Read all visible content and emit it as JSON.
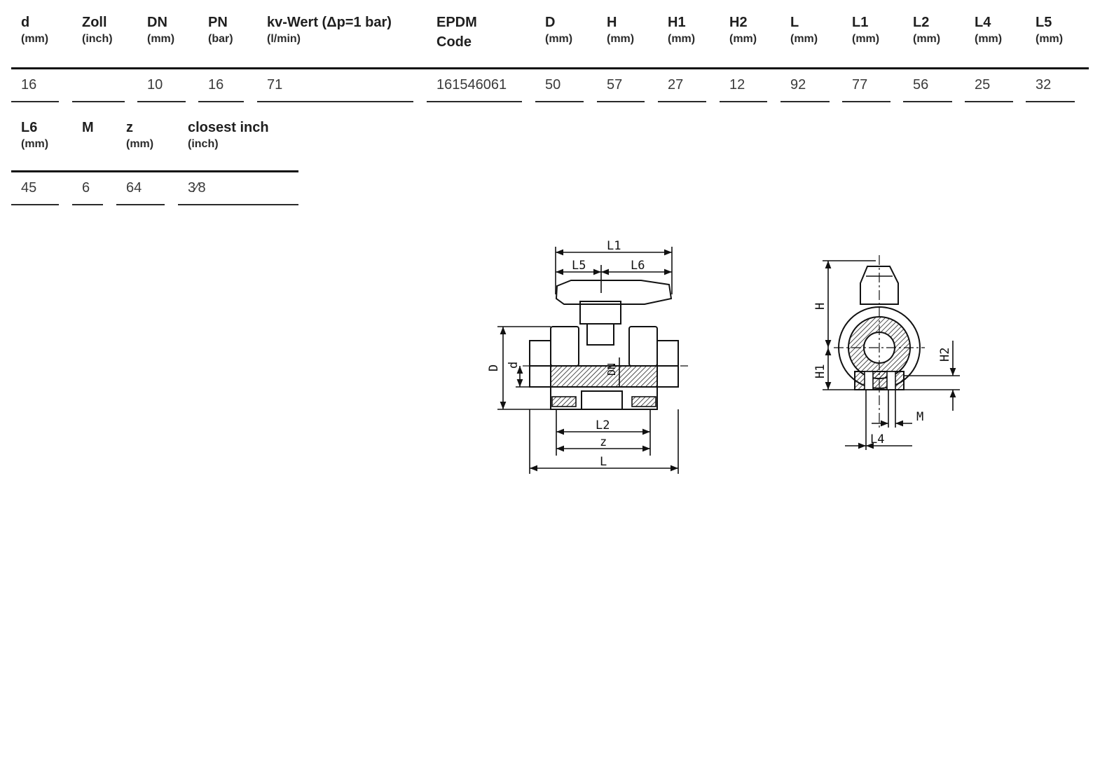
{
  "table1": {
    "headers": [
      {
        "name": "d",
        "unit": "(mm)"
      },
      {
        "name": "Zoll",
        "unit": "(inch)"
      },
      {
        "name": "DN",
        "unit": "(mm)"
      },
      {
        "name": "PN",
        "unit": "(bar)"
      },
      {
        "name": "kv-Wert (Δp=1 bar)",
        "unit": "(l/min)"
      },
      {
        "name": "EPDM",
        "unit": "Code"
      },
      {
        "name": "D",
        "unit": "(mm)"
      },
      {
        "name": "H",
        "unit": "(mm)"
      },
      {
        "name": "H1",
        "unit": "(mm)"
      },
      {
        "name": "H2",
        "unit": "(mm)"
      },
      {
        "name": "L",
        "unit": "(mm)"
      },
      {
        "name": "L1",
        "unit": "(mm)"
      },
      {
        "name": "L2",
        "unit": "(mm)"
      },
      {
        "name": "L4",
        "unit": "(mm)"
      },
      {
        "name": "L5",
        "unit": "(mm)"
      }
    ],
    "values": [
      "16",
      "",
      "10",
      "16",
      "71",
      "161546061",
      "50",
      "57",
      "27",
      "12",
      "92",
      "77",
      "56",
      "25",
      "32"
    ]
  },
  "table2": {
    "headers": [
      {
        "name": "L6",
        "unit": "(mm)"
      },
      {
        "name": "M",
        "unit": ""
      },
      {
        "name": "z",
        "unit": "(mm)"
      },
      {
        "name": "closest inch",
        "unit": "(inch)"
      }
    ],
    "values": [
      "45",
      "6",
      "64",
      "3⁄8"
    ]
  },
  "drawing_labels": {
    "L1": "L1",
    "L5": "L5",
    "L6": "L6",
    "D": "D",
    "d": "d",
    "DN": "DN",
    "L2": "L2",
    "z": "z",
    "L": "L",
    "H": "H",
    "H1": "H1",
    "H2": "H2",
    "M": "M",
    "L4": "L4"
  }
}
